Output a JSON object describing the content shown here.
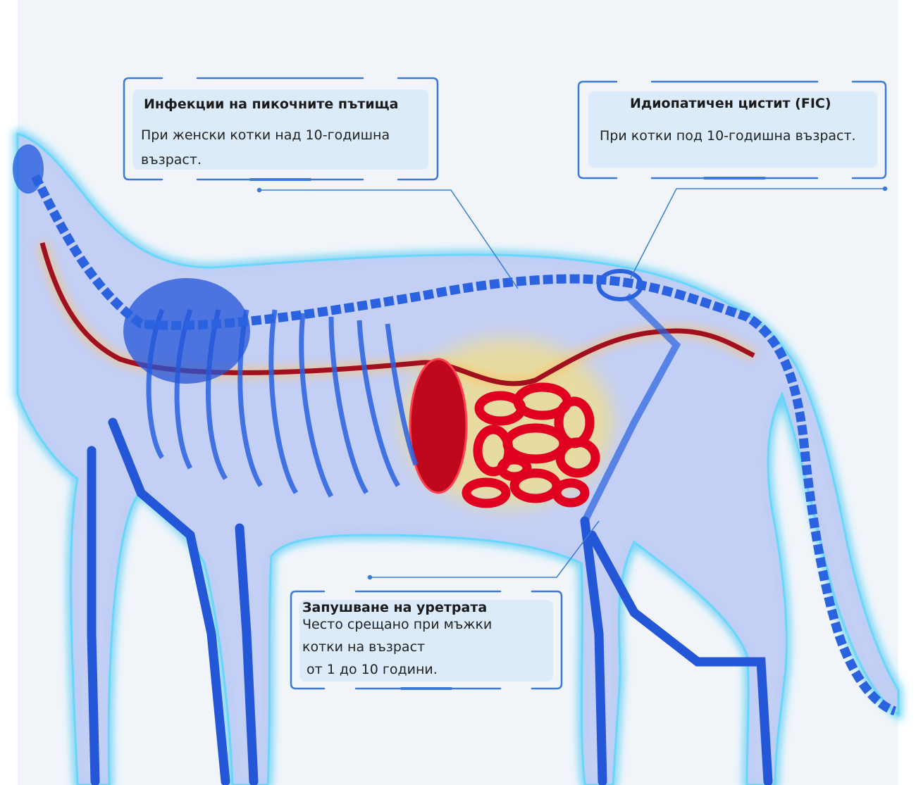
{
  "callouts": {
    "uti": {
      "title": "Инфекции на пикочните пътища",
      "line1": "При женски котки над 10-годишна",
      "line2": "възраст."
    },
    "fic": {
      "title": "Идиопатичен цистит (FIC)",
      "line1": "При котки под 10-годишна възраст."
    },
    "obstruction": {
      "title": "Запушване на уретрата",
      "line1": "Често срещано при мъжки",
      "line2": "котки на възраст",
      "line3": "от 1 до 10 години."
    }
  },
  "colors": {
    "outline": "#3cc8f2",
    "body": "#b9c6f3",
    "bone": "#2a62e0",
    "organ": "#d8001c",
    "frame": "#3b7bd6"
  }
}
